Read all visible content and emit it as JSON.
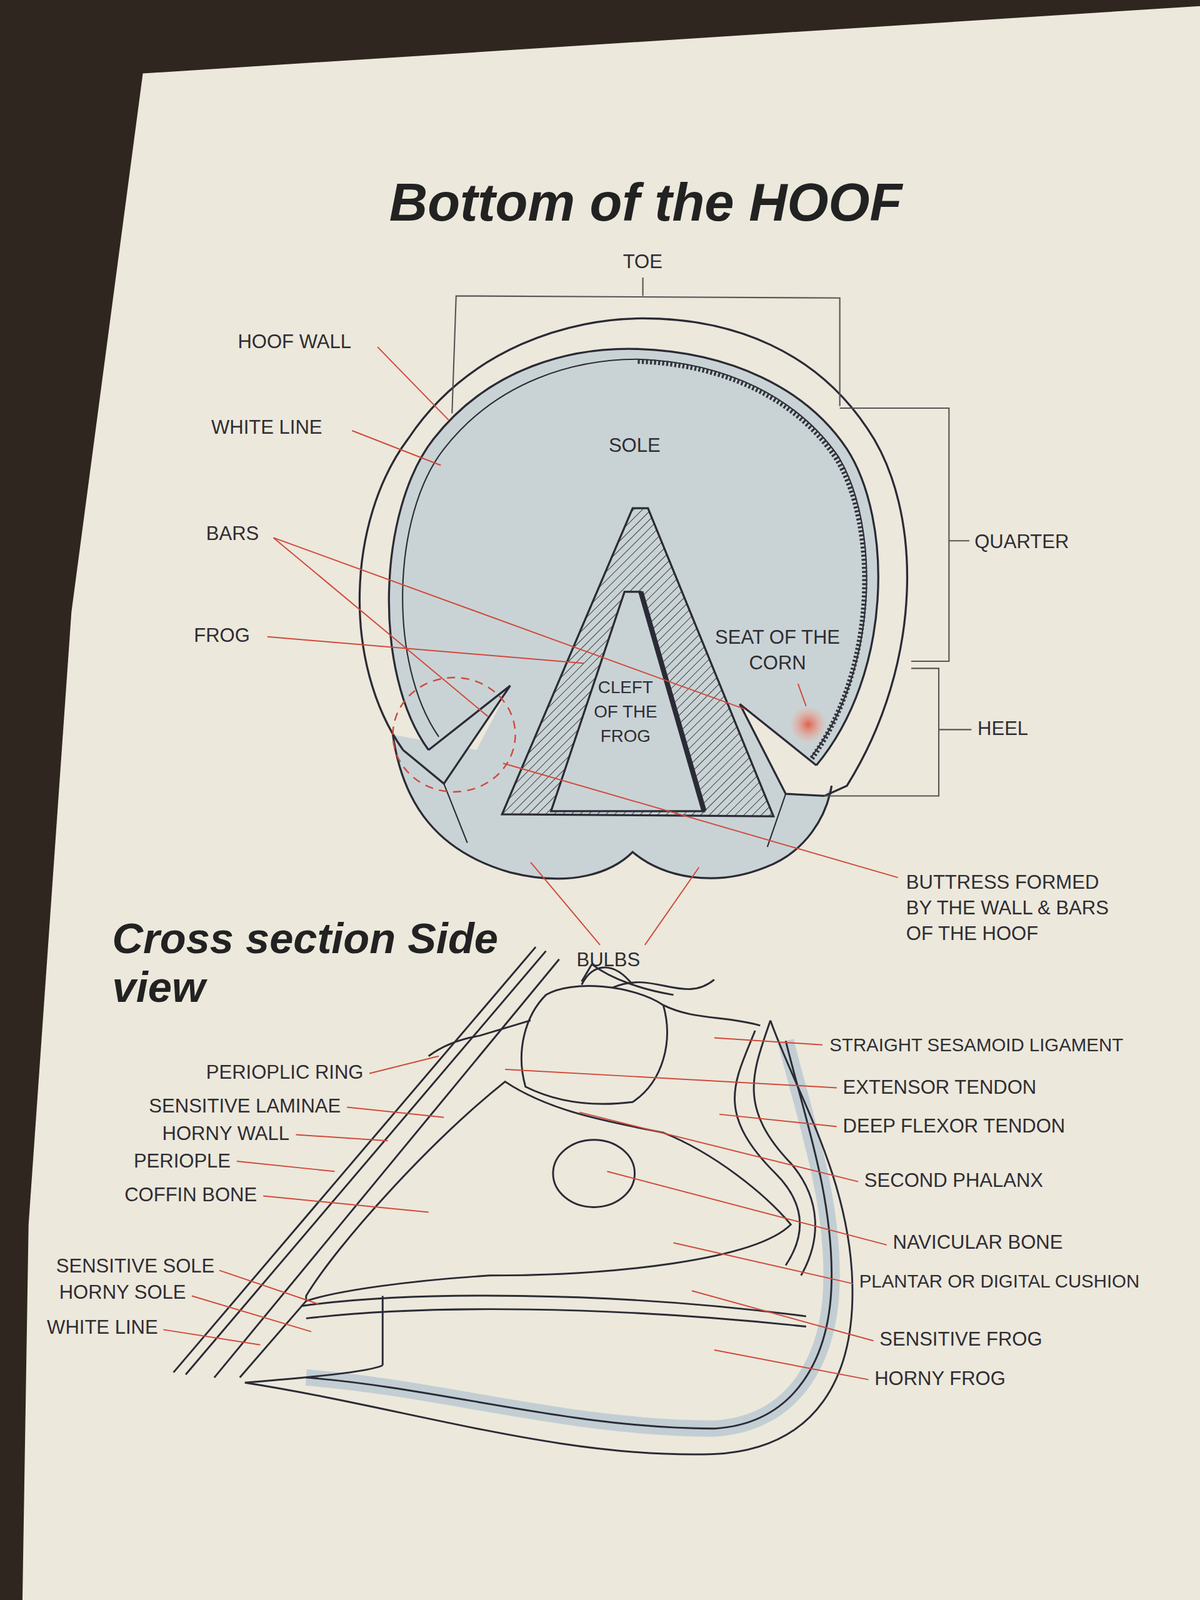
{
  "diagram": {
    "title": "Bottom of the HOOF",
    "labels": [
      "TOE",
      "HOOF WALL",
      "WHITE LINE",
      "SOLE",
      "BARS",
      "QUARTER",
      "FROG",
      "SEAT OF THE CORN",
      "CLEFT OF THE FROG",
      "HEEL",
      "BUTTRESS FORMED BY THE WALL & BARS OF THE HOOF",
      "BULBS",
      "Cross section Side view",
      "PERIOPLIC RING",
      "STRAIGHT SESAMOID LIGAMENT",
      "SENSITIVE LAMINAE",
      "EXTENSOR TENDON",
      "HORNY WALL",
      "DEEP FLEXOR TENDON",
      "PERIOPLE",
      "SECOND PHALANX",
      "COFFIN BONE",
      "NAVICULAR BONE",
      "SENSITIVE SOLE",
      "PLANTAR OR DIGITAL CUSHION",
      "HORNY SOLE",
      "SENSITIVE FROG",
      "WHITE LINE",
      "HORNY FROG"
    ]
  }
}
